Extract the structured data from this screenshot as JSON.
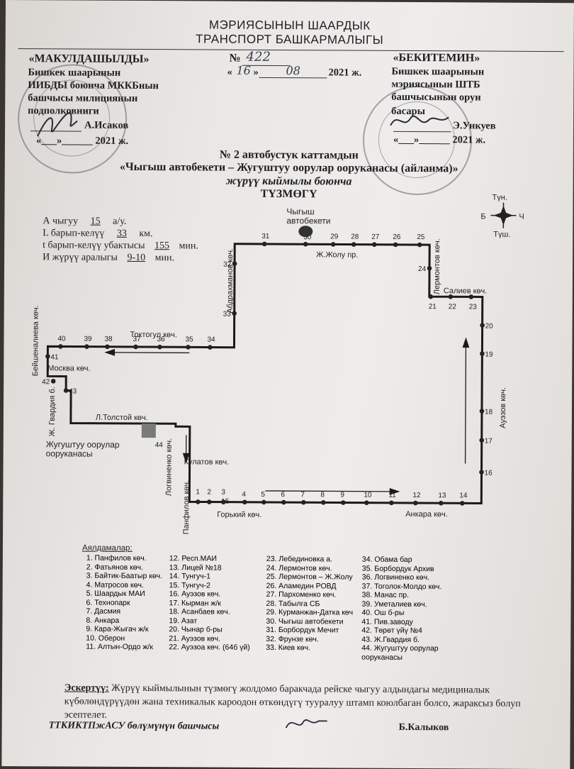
{
  "header": {
    "line1": "МЭРИЯСЫНЫН ШААРДЫК",
    "line2": "ТРАНСПОРТ БАШКАРМАЛЫГЫ"
  },
  "left_block": {
    "title": "«МАКУЛДАШЫЛДЫ»",
    "l1": "Бишкек шаарынын",
    "l2": "ИИБДЫ боюнча МККБнын",
    "l3": "башчысы милициянын",
    "l4": "подполковниги",
    "name": "А.Исаков",
    "date": "«___»______ 2021 ж."
  },
  "center_block": {
    "number_label": "№",
    "number": "422",
    "day": "16",
    "month": "08",
    "year": "2021 ж."
  },
  "right_block": {
    "title": "«БЕКИТЕМИН»",
    "l1": "Бишкек шаарынын",
    "l2": "мэриясынын ШТБ",
    "l3": "башчысынын орун",
    "l4": "басары",
    "name": "Э.Ункуев",
    "date": "«___»______ 2021 ж."
  },
  "title": {
    "l1": "№ 2 автобустук каттамдын",
    "l2": "«Чыгыш автобекети – Жугуштуу оорулар ооруканасы (айланма)»",
    "l3": "жүрүү кыймылы боюнча",
    "l4": "ТҮЗМӨГҮ"
  },
  "params": {
    "p1_label": "А чыгуу",
    "p1_value": "15",
    "p1_unit": "а/у.",
    "p2_label": "L барып-келүү",
    "p2_value": "33",
    "p2_unit": "км.",
    "p3_label": "t барып-келүү убактысы",
    "p3_value": "155",
    "p3_unit": "мин.",
    "p4_label": "И жүрүү аралыгы",
    "p4_value": "9-10",
    "p4_unit": "мин."
  },
  "compass": {
    "n": "Түн.",
    "w": "Б",
    "e": "Ч",
    "s": "Түш."
  },
  "streets": {
    "zhol": "Ж.Жолу пр.",
    "lermontov": "Лермонтов көч.",
    "saliev": "Салиев көч.",
    "auezov": "Ауэзов көч.",
    "ankara": "Анкара көч.",
    "gorkiy": "Горький көч.",
    "panfilov": "Панфилов көч.",
    "kulatov": "Кулатов көч.",
    "logvinenko": "Логвиненко көч.",
    "tolstoy": "Л.Толстой көч.",
    "gvardiya": "Ж. Гвардия б.",
    "moskva": "Москва көч.",
    "beyshenalieva": "Бейшеналиева көч.",
    "toktogul": "Токтогул көч.",
    "abdrahmanov": "Абдрахманов көч."
  },
  "terminals": {
    "east": "Чыгыш\nавтобекети",
    "hospital": "Жугуштуу оорулар\nооруканасы"
  },
  "legend_title": "Аялдамалар:",
  "legend": [
    "1. Панфилов көч.",
    "2. Фатьянов көч.",
    "3. Байтик-Баатыр көч.",
    "4. Матросов көч.",
    "5. Шаардык МАИ",
    "6. Технопарк",
    "7. Дасмия",
    "8. Анкара",
    "9. Кара-Жыгач ж/к",
    "10. Оберон",
    "11. Алтын-Ордо ж/к",
    "12. Респ.МАИ",
    "13. Лицей №18",
    "14. Тунгуч-1",
    "15. Тунгуч-2",
    "16. Ауэзов көч.",
    "17. Кырман ж/к",
    "18. Асанбаев көч.",
    "19. Азат",
    "20. Чынар б-ры",
    "21. Ауэзов көч.",
    "22. Ауэзоа көч. (64б үй)",
    "23. Лебединовка а.",
    "24. Лермонтов көч.",
    "25. Лермонтов – Ж.Жолу",
    "26. Аламедин РОВД",
    "27. Пархоменко көч.",
    "28. Табылга СБ",
    "29. Курманжан-Датка көч",
    "30. Чыгыш автобекети",
    "31. Борбордук Мечит",
    "32. Фрунзе көч.",
    "33. Киев көч.",
    "34. Обама бар",
    "35. Борбордук Архив",
    "36. Логвиненко көч.",
    "37. Тоголок-Молдо көч.",
    "38. Манас пр.",
    "39. Уметалиев көч.",
    "40. Ош б-ры",
    "41. Пив.заводу",
    "42. Төрөт үйү №4",
    "43. Ж.Гвардия б.",
    "44. Жугуштуу оорулар ооруканасы"
  ],
  "note_label": "Эскертүү:",
  "note_text": "Жүрүү кыймылынын түзмөгү жолдомо баракчада рейске чыгуу алдындагы медициналык күбөлөндүрүүдөн жана техникалык кароодон өткөндүгү тууралуу штамп коюлбаган болсо, жараксыз болуп эсептелет.",
  "footer": {
    "left": "ТТКИКТПжАСУ бөлүмүнүн башчысы",
    "right": "Б.Калыков"
  },
  "colors": {
    "route": "#1a1a1a",
    "paper": "#e9e7e4",
    "stamp": "#55555f"
  }
}
